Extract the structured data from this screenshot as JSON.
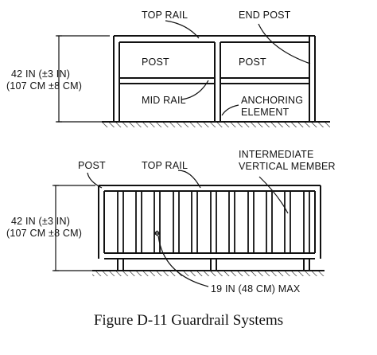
{
  "caption": "Figure D-11 Guardrail Systems",
  "top_diagram": {
    "labels": {
      "top_rail": "TOP RAIL",
      "end_post": "END POST",
      "post_left": "POST",
      "post_right": "POST",
      "mid_rail": "MID RAIL",
      "anchoring_line1": "ANCHORING",
      "anchoring_line2": "ELEMENT",
      "height_line1": "42 IN (±3 IN)",
      "height_line2": "(107 CM ±8 CM)"
    }
  },
  "bottom_diagram": {
    "labels": {
      "post": "POST",
      "top_rail": "TOP RAIL",
      "intermediate_line1": "INTERMEDIATE",
      "intermediate_line2": "VERTICAL MEMBER",
      "height_line1": "42 IN (±3 IN)",
      "height_line2": "(107 CM ±8 CM)",
      "spacing": "19 IN (48 CM) MAX"
    }
  }
}
